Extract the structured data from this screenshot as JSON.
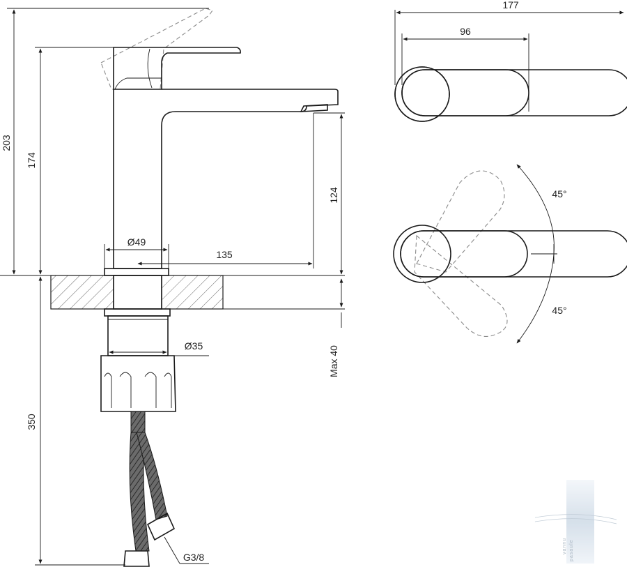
{
  "dimensions": {
    "overall_height": "203",
    "body_height": "174",
    "spout_clearance": "124",
    "base_diameter": "Ø49",
    "spout_reach": "135",
    "shank_diameter": "Ø35",
    "max_counter_thickness": "Max 40",
    "hose_length": "350",
    "hose_thread": "G3/8",
    "top_total_length": "177",
    "top_handle_length": "96",
    "rotation_angle_up": "45°",
    "rotation_angle_down": "45°"
  },
  "watermark": {
    "line1": "vannu",
    "line2": "pasaule"
  }
}
